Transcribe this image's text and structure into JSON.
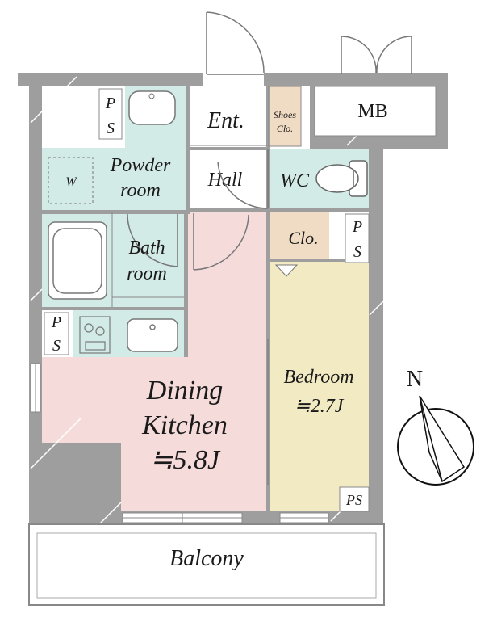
{
  "colors": {
    "wall": "#9e9e9e",
    "wet_area": "#d3ebe6",
    "dining_kitchen": "#f6dbdb",
    "bedroom": "#f2eac3",
    "closet": "#f0dcc4",
    "floor": "#ffffff",
    "line": "#666666",
    "compass": "#111111"
  },
  "rooms": {
    "entrance": "Ent.",
    "shoes_closet_line1": "Shoes",
    "shoes_closet_line2": "Clo.",
    "meter_box": "MB",
    "powder_room_line1": "Powder",
    "powder_room_line2": "room",
    "washer": "W",
    "hall": "Hall",
    "wc": "WC",
    "closet": "Clo.",
    "bath_room_line1": "Bath",
    "bath_room_line2": "room",
    "dining_kitchen_line1": "Dining",
    "dining_kitchen_line2": "Kitchen",
    "dining_kitchen_size": "≒5.8J",
    "bedroom_line1": "Bedroom",
    "bedroom_size": "≒2.7J",
    "balcony": "Balcony"
  },
  "pipe_spaces": {
    "top_left_p": "P",
    "top_left_s": "S",
    "mid_right_p": "P",
    "mid_right_s": "S",
    "kitchen_p": "P",
    "kitchen_s": "S",
    "bedroom_ps": "PS"
  },
  "compass": {
    "north_label": "N",
    "icon": "north-arrow-icon"
  }
}
